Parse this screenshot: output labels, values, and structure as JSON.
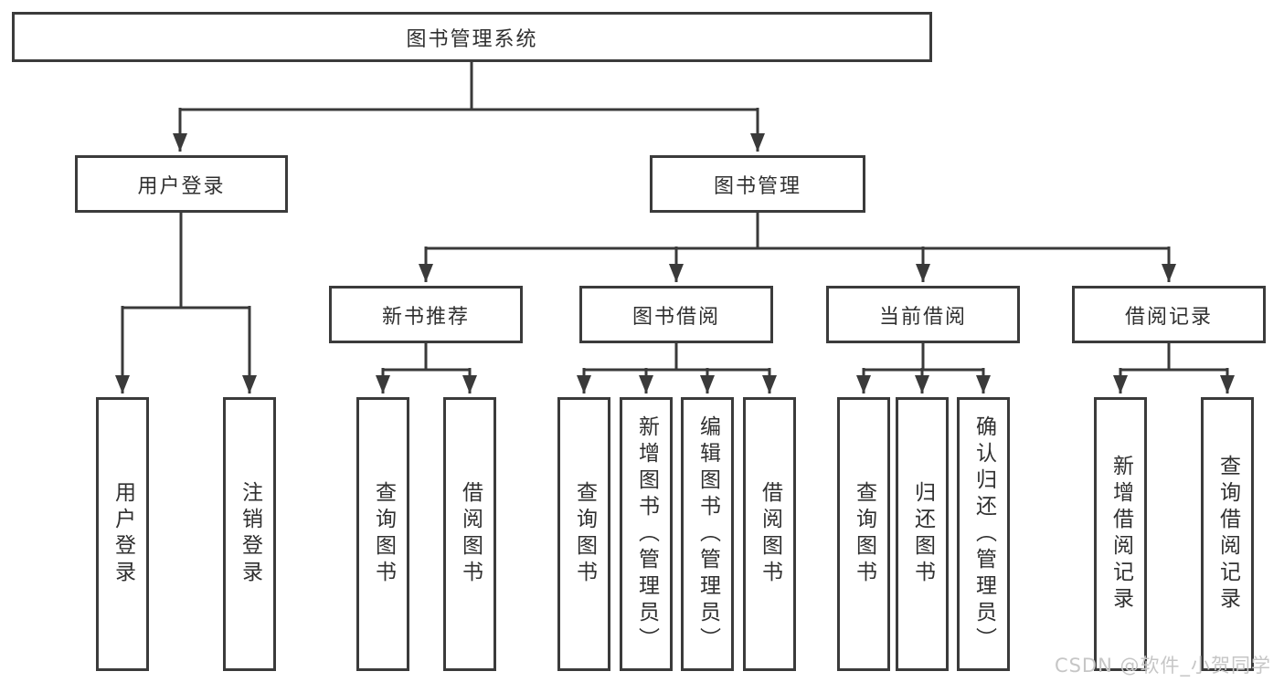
{
  "root": {
    "label": "图书管理系统"
  },
  "branches": {
    "user_login": {
      "label": "用户登录",
      "children": [
        "用户登录",
        "注销登录"
      ]
    },
    "book_mgmt": {
      "label": "图书管理",
      "groups": [
        {
          "label": "新书推荐",
          "children": [
            "查询图书",
            "借阅图书"
          ]
        },
        {
          "label": "图书借阅",
          "children": [
            "查询图书",
            "新增图书（管理员）",
            "编辑图书（管理员）",
            "借阅图书"
          ]
        },
        {
          "label": "当前借阅",
          "children": [
            "查询图书",
            "归还图书",
            "确认归还（管理员）"
          ]
        },
        {
          "label": "借阅记录",
          "children": [
            "新增借阅记录",
            "查询借阅记录"
          ]
        }
      ]
    }
  },
  "watermark": "CSDN @软件_小贺同学",
  "colors": {
    "line": "#3a3a3a",
    "box_border": "#3b3b3b",
    "text": "#303030",
    "watermark": "#c6c6c6",
    "background": "#ffffff"
  }
}
